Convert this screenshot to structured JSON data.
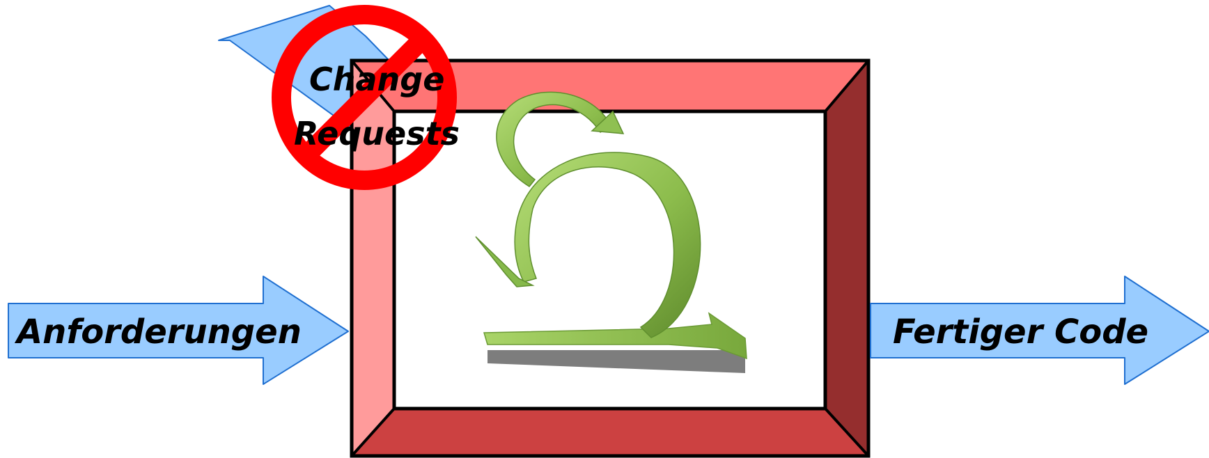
{
  "labels": {
    "input": "Anforderungen",
    "output": "Fertiger Code",
    "change_line1": "Change",
    "change_line2": "Requests"
  },
  "icons": {
    "cycle": "circular-loop-arrow-icon",
    "prohibited": "no-entry-sign-icon"
  },
  "colors": {
    "arrow_fill": "#99ccff",
    "arrow_stroke": "#1f6fd0",
    "frame_top": "#ff7575",
    "frame_left": "#ff9b9b",
    "frame_right": "#952e2e",
    "frame_bottom": "#cc4141",
    "prohibit_red": "#ff0000",
    "loop_light": "#a9d468",
    "loop_dark": "#5e8a2c"
  }
}
